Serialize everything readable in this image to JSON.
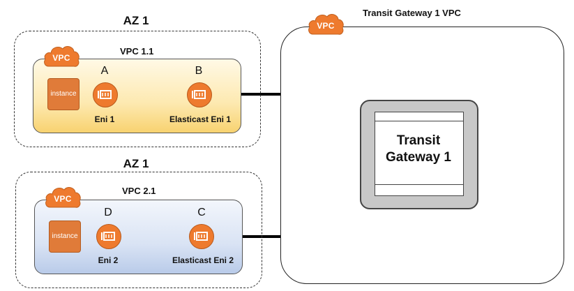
{
  "az1": {
    "label": "AZ 1"
  },
  "az2": {
    "label": "AZ 1"
  },
  "vpc1": {
    "title": "VPC 1.1",
    "badge": "VPC",
    "instance_label": "instance",
    "node_a": {
      "letter": "A",
      "label": "Eni 1"
    },
    "node_b": {
      "letter": "B",
      "label": "Elasticast Eni 1"
    }
  },
  "vpc2": {
    "title": "VPC 2.1",
    "badge": "VPC",
    "instance_label": "instance",
    "node_d": {
      "letter": "D",
      "label": "Eni 2"
    },
    "node_c": {
      "letter": "C",
      "label": "Elasticast Eni 2"
    }
  },
  "transit_vpc": {
    "title": "Transit Gateway 1 VPC",
    "badge": "VPC",
    "gateway_line1": "Transit",
    "gateway_line2": "Gateway 1"
  },
  "colors": {
    "cloud_orange": "#ee7a2e",
    "instance_orange": "#e07b39",
    "vpc1_fill": "#fde9b0",
    "vpc2_fill": "#d9e3f4",
    "gateway_gray": "#c8c8c8"
  },
  "icons": [
    "vpc-cloud-icon",
    "instance-icon",
    "eni-icon"
  ]
}
